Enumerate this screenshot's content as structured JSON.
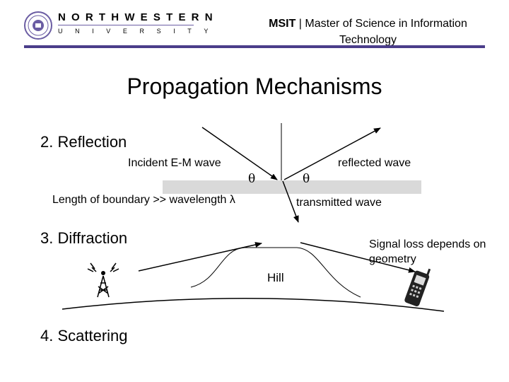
{
  "header": {
    "university_line1": "NORTHWESTERN",
    "university_line2": "UNIVERSITY",
    "program_short": "MSIT",
    "separator": " | ",
    "program_long": "Master of Science in Information Technology"
  },
  "slide": {
    "title": "Propagation Mechanisms"
  },
  "reflection": {
    "heading": "2. Reflection",
    "incident_label": "Incident E-M wave",
    "reflected_label": "reflected wave",
    "angle_left": "θ",
    "angle_right": "θ",
    "boundary_label": "Length of boundary >> wavelength λ",
    "transmitted_label": "transmitted wave"
  },
  "diffraction": {
    "heading": "3. Diffraction",
    "signal_note": "Signal loss depends on geometry",
    "hill_label": "Hill"
  },
  "scattering": {
    "heading": "4. Scattering"
  },
  "colors": {
    "accent_purple": "#4b3d8a",
    "boundary_gray": "#d9d9d9"
  }
}
